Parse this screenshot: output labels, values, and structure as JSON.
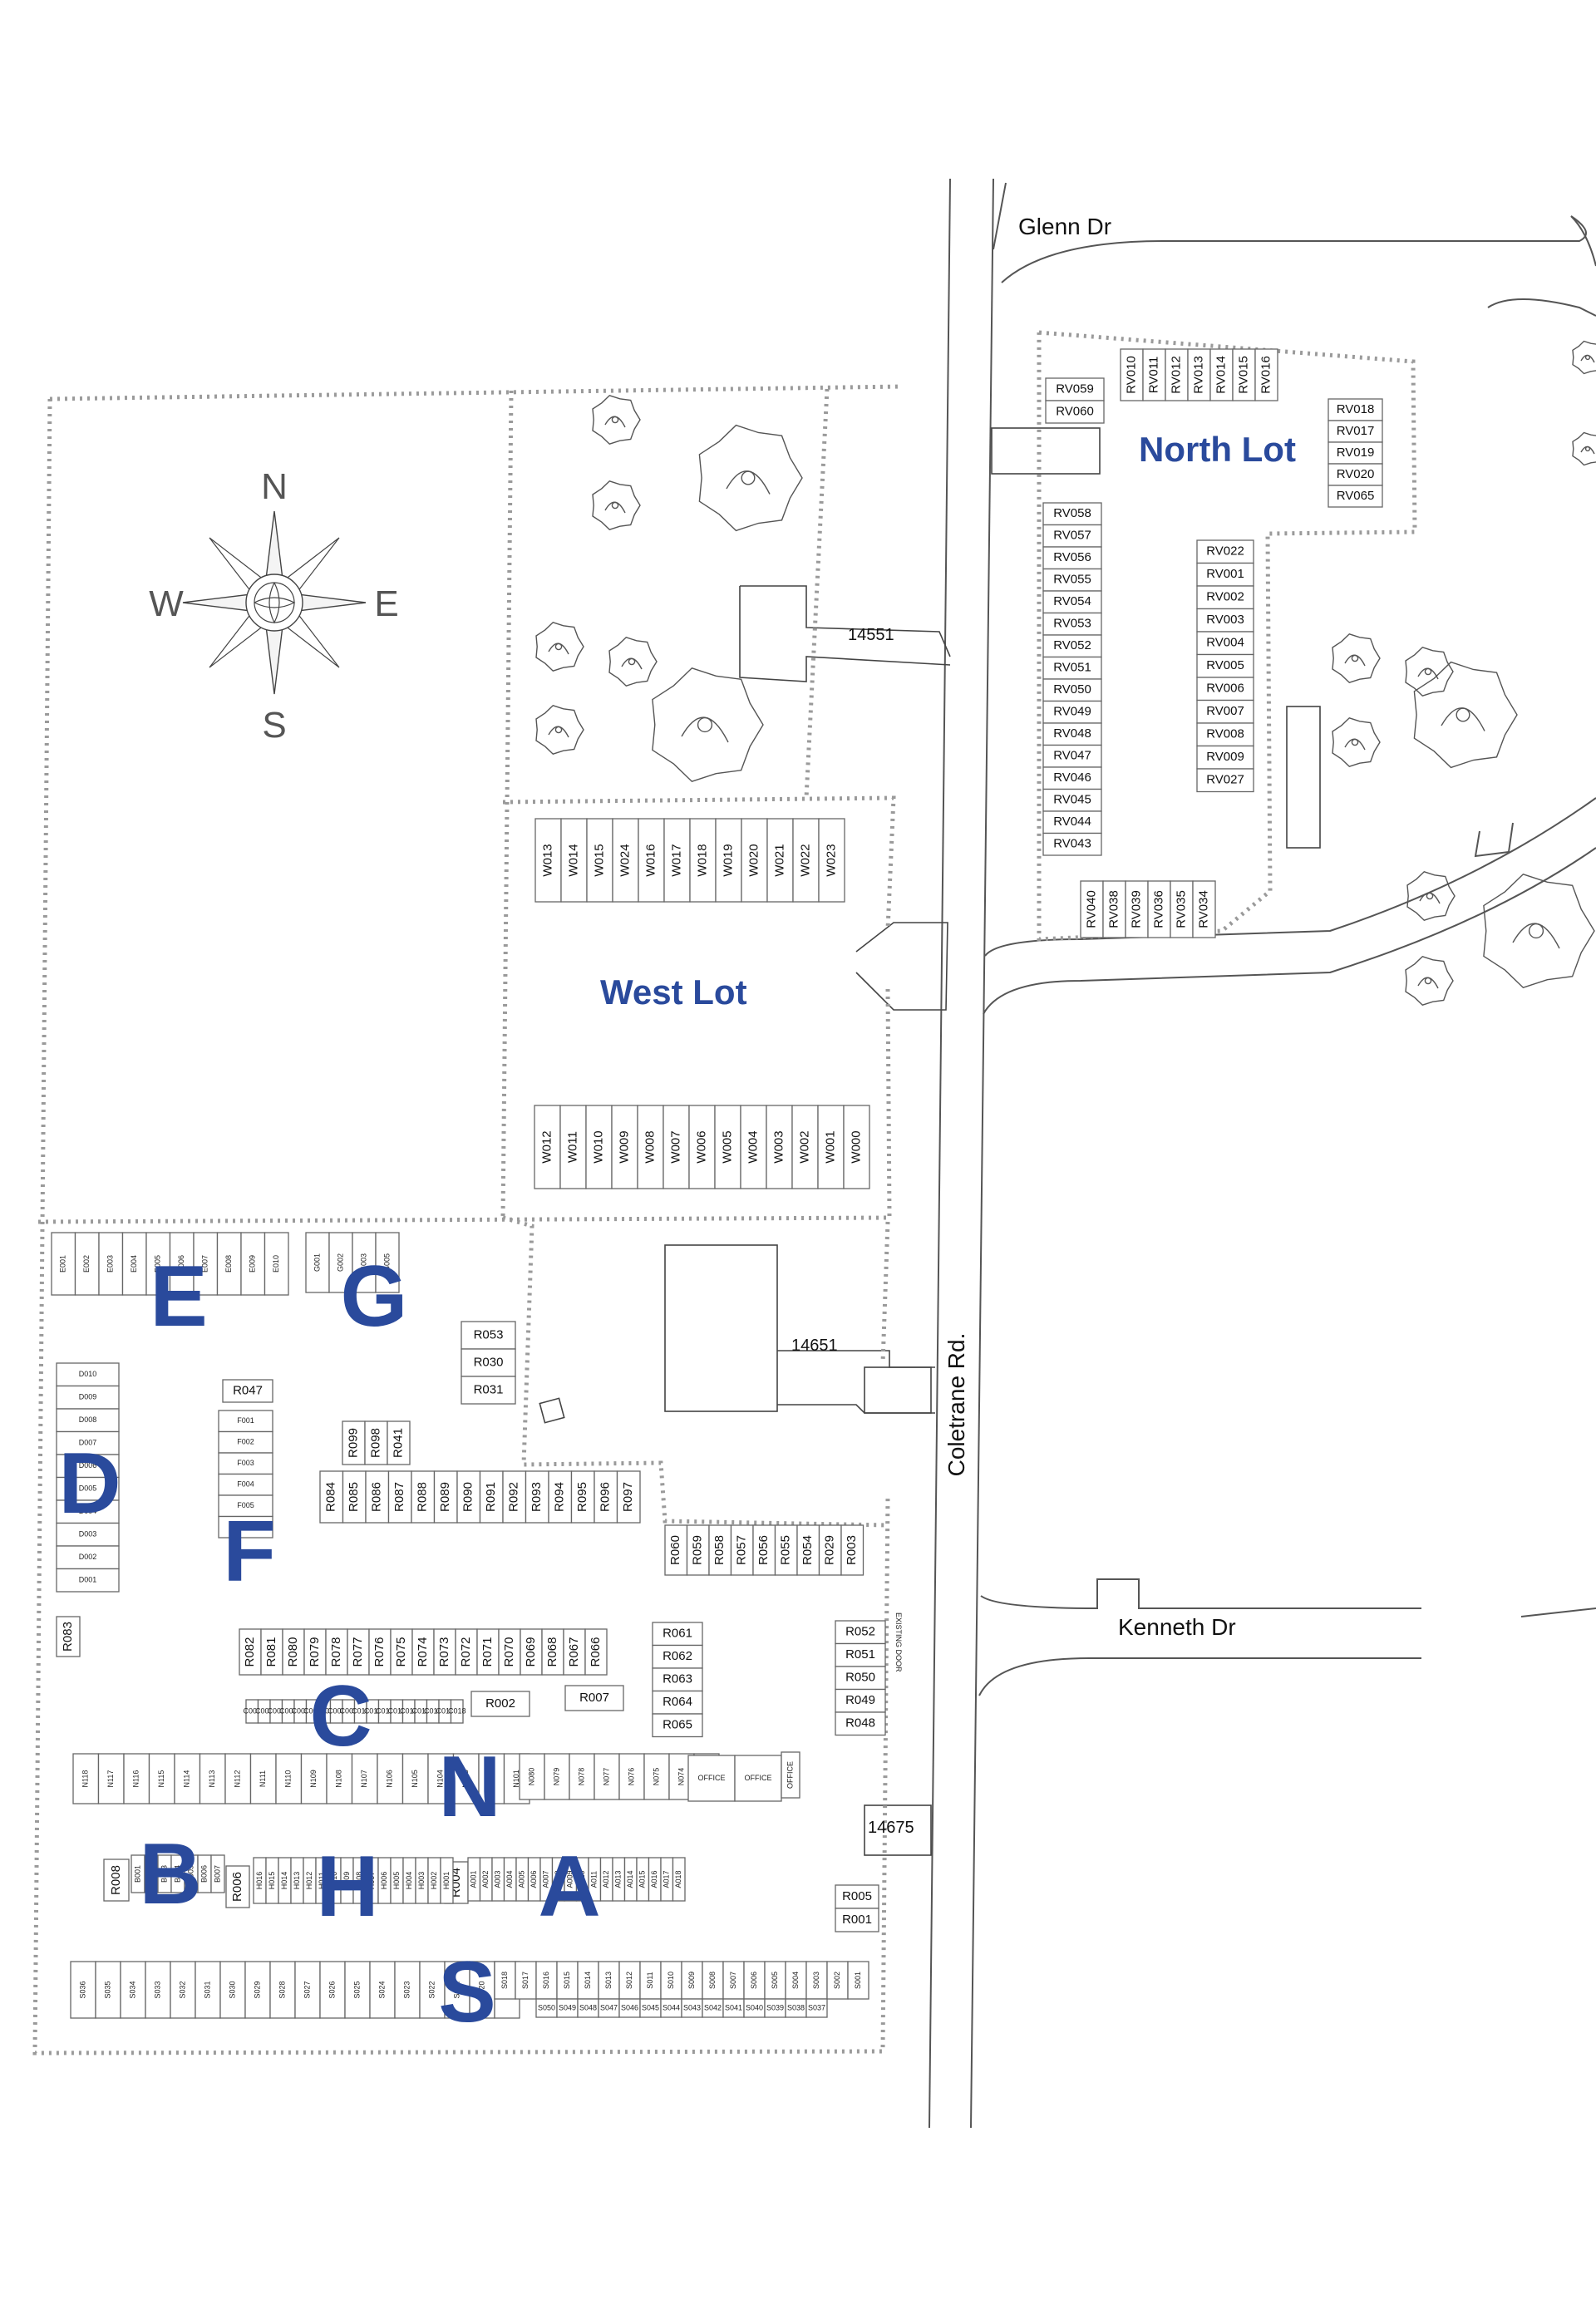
{
  "streets": {
    "glenn": "Glenn Dr",
    "kenneth": "Kenneth Dr",
    "coletrane": "Coletrane Rd."
  },
  "addresses": [
    "14551",
    "14651",
    "14675"
  ],
  "lots": {
    "north": "North Lot",
    "west": "West Lot"
  },
  "sections": [
    "E",
    "G",
    "D",
    "F",
    "C",
    "N",
    "B",
    "H",
    "A",
    "S"
  ],
  "compass": {
    "n": "N",
    "s": "S",
    "e": "E",
    "w": "W"
  },
  "stalls": {
    "north_top": [
      "RV010",
      "RV011",
      "RV012",
      "RV013",
      "RV014",
      "RV015",
      "RV016"
    ],
    "north_left_top": [
      "RV059",
      "RV060"
    ],
    "north_right_top": [
      "RV018",
      "RV017",
      "RV019",
      "RV020",
      "RV065"
    ],
    "north_left": [
      "RV058",
      "RV057",
      "RV056",
      "RV055",
      "RV054",
      "RV053",
      "RV052",
      "RV051",
      "RV050",
      "RV049",
      "RV048",
      "RV047",
      "RV046",
      "RV045",
      "RV044",
      "RV043"
    ],
    "north_right": [
      "RV022",
      "RV001",
      "RV002",
      "RV003",
      "RV004",
      "RV005",
      "RV006",
      "RV007",
      "RV008",
      "RV009",
      "RV027"
    ],
    "north_bottom": [
      "RV040",
      "RV038",
      "RV039",
      "RV036",
      "RV035",
      "RV034"
    ],
    "west_top": [
      "W013",
      "W014",
      "W015",
      "W024",
      "W016",
      "W017",
      "W018",
      "W019",
      "W020",
      "W021",
      "W022",
      "W023"
    ],
    "west_bottom": [
      "W012",
      "W011",
      "W010",
      "W009",
      "W008",
      "W007",
      "W006",
      "W005",
      "W004",
      "W003",
      "W002",
      "W001",
      "W000"
    ],
    "e_row": [
      "E001",
      "E002",
      "E003",
      "E004",
      "E005",
      "E006",
      "E007",
      "E008",
      "E009",
      "E010"
    ],
    "g_row": [
      "G001",
      "G002",
      "G003",
      "G005"
    ],
    "r_col_a": [
      "R053",
      "R030",
      "R031"
    ],
    "r047": "R047",
    "d_col": [
      "D010",
      "D009",
      "D008",
      "D007",
      "D006",
      "D005",
      "D004",
      "D003",
      "D002",
      "D001"
    ],
    "f_col": [
      "F001",
      "F002",
      "F003",
      "F004",
      "F005",
      "F006"
    ],
    "r_short": [
      "R099",
      "R098",
      "R041"
    ],
    "r_row_mid": [
      "R084",
      "R085",
      "R086",
      "R087",
      "R088",
      "R089",
      "R090",
      "R091",
      "R092",
      "R093",
      "R094",
      "R095",
      "R096",
      "R097"
    ],
    "r_row_east": [
      "R060",
      "R059",
      "R058",
      "R057",
      "R056",
      "R055",
      "R054",
      "R029",
      "R003"
    ],
    "r083": "R083",
    "r_row_low": [
      "R082",
      "R081",
      "R080",
      "R079",
      "R078",
      "R077",
      "R076",
      "R075",
      "R074",
      "R073",
      "R072",
      "R071",
      "R070",
      "R069",
      "R068",
      "R067",
      "R066"
    ],
    "r_col_b": [
      "R061",
      "R062",
      "R063",
      "R064",
      "R065"
    ],
    "r_col_c": [
      "R052",
      "R051",
      "R050",
      "R049",
      "R048"
    ],
    "r002": "R002",
    "r007": "R007",
    "c_row": [
      "C001",
      "C002",
      "C003",
      "C004",
      "C005",
      "C006",
      "C007",
      "C008",
      "C009",
      "C010",
      "C011",
      "C012",
      "C013",
      "C014",
      "C015",
      "C016",
      "C017",
      "C018"
    ],
    "n_row": [
      "N118",
      "N117",
      "N116",
      "N115",
      "N114",
      "N113",
      "N112",
      "N111",
      "N110",
      "N109",
      "N108",
      "N107",
      "N106",
      "N105",
      "N104",
      "N103",
      "N102",
      "N101",
      "N080",
      "N079",
      "N078",
      "N077",
      "N076",
      "N075",
      "N074",
      "N073"
    ],
    "offices": [
      "OFFICE",
      "OFFICE",
      "OFFICE"
    ],
    "r008": "R008",
    "r006": "R006",
    "r004": "R004",
    "b_row": [
      "B001",
      "B002",
      "B003",
      "B004",
      "B005",
      "B006",
      "B007"
    ],
    "h_row": [
      "H016",
      "H015",
      "H014",
      "H013",
      "H012",
      "H011",
      "H010",
      "H009",
      "H008",
      "H007",
      "H006",
      "H005",
      "H004",
      "H003",
      "H002",
      "H001"
    ],
    "a_row": [
      "A001",
      "A002",
      "A003",
      "A004",
      "A005",
      "A006",
      "A007",
      "A008",
      "A009",
      "A010",
      "A011",
      "A012",
      "A013",
      "A014",
      "A015",
      "A016",
      "A017",
      "A018"
    ],
    "r005": "R005",
    "r001": "R001",
    "s_row": [
      "S036",
      "S035",
      "S034",
      "S033",
      "S032",
      "S031",
      "S030",
      "S029",
      "S028",
      "S027",
      "S026",
      "S025",
      "S024",
      "S023",
      "S022",
      "S021",
      "S020",
      "S019",
      "S018",
      "S017",
      "S016",
      "S015",
      "S014",
      "S013",
      "S012",
      "S011",
      "S010",
      "S009",
      "S008",
      "S007",
      "S006",
      "S005",
      "S004",
      "S003",
      "S002",
      "S001"
    ],
    "s_row2": [
      "S050",
      "S049",
      "S048",
      "S047",
      "S046",
      "S045",
      "S044",
      "S043",
      "S042",
      "S041",
      "S040",
      "S039",
      "S038",
      "S037"
    ],
    "existing_door": "EXISTING DOOR"
  }
}
